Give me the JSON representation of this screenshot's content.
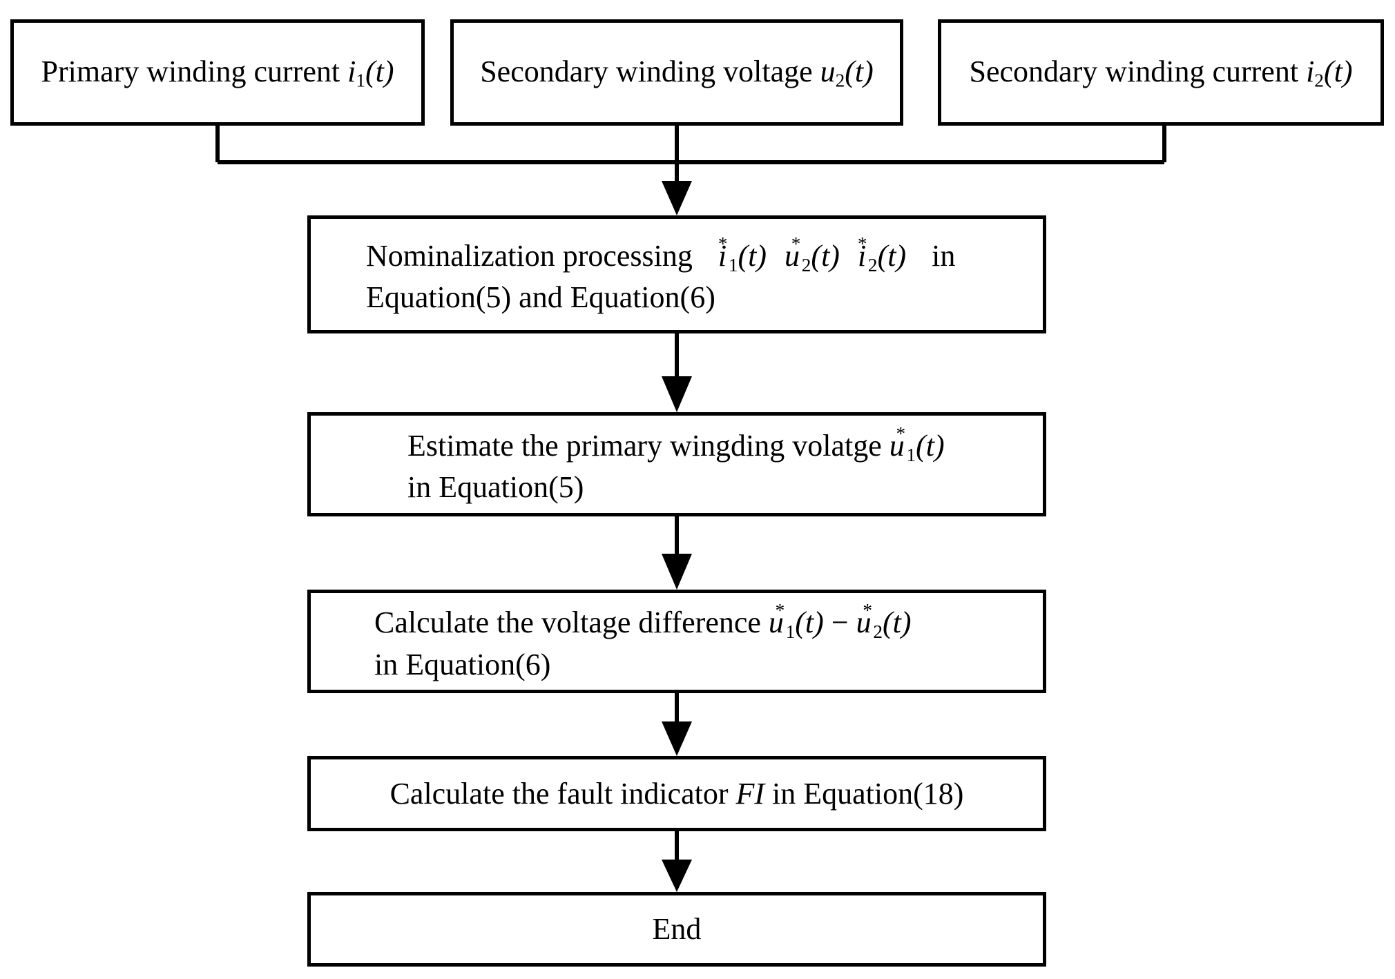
{
  "inputs": {
    "primary_current": {
      "text": "Primary winding current ",
      "symbol": "i",
      "sub": "1",
      "arg": "(t)"
    },
    "secondary_voltage": {
      "text": "Secondary winding voltage ",
      "symbol": "u",
      "sub": "2",
      "arg": "(t)"
    },
    "secondary_current": {
      "text": "Secondary winding current ",
      "symbol": "i",
      "sub": "2",
      "arg": "(t)"
    }
  },
  "steps": {
    "nominalization": {
      "prefix": "Nominalization processing ",
      "terms": [
        {
          "symbol": "i",
          "sup": "*",
          "sub": "1",
          "arg": "(t)"
        },
        {
          "symbol": "u",
          "sup": "*",
          "sub": "2",
          "arg": "(t)"
        },
        {
          "symbol": "i",
          "sup": "*",
          "sub": "2",
          "arg": "(t)"
        }
      ],
      "suffix": " in",
      "line2": "Equation(5) and Equation(6)"
    },
    "estimate": {
      "prefix": "Estimate the primary wingding volatge ",
      "symbol": "u",
      "sup": "*",
      "sub": "1",
      "arg": "(t)",
      "line2": "in Equation(5)"
    },
    "difference": {
      "prefix": "Calculate the voltage difference ",
      "term1": {
        "symbol": "u",
        "sup": "*",
        "sub": "1",
        "arg": "(t)"
      },
      "operator": " − ",
      "term2": {
        "symbol": "u",
        "sup": "*",
        "sub": "2",
        "arg": "(t)"
      },
      "line2": "in Equation(6)"
    },
    "fault_indicator": {
      "prefix": "Calculate the fault indicator ",
      "symbol": "FI",
      "suffix": " in Equation(18)"
    },
    "end": {
      "label": "End"
    }
  }
}
